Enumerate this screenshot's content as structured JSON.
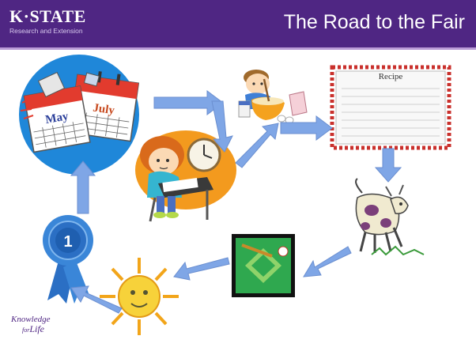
{
  "header": {
    "logo": "K·STATE",
    "logo_subtitle": "Research and Extension",
    "title": "The Road to the Fair"
  },
  "calendar": {
    "month_back": "July",
    "month_front": "May"
  },
  "recipe_card": {
    "title": "Recipe"
  },
  "ribbon": {
    "place": "1"
  },
  "footer": {
    "line1": "Knowledge",
    "line2a": "for",
    "line2b": "Life"
  },
  "colors": {
    "brand_purple": "#4f2683",
    "arrow_blue": "#7fa6e6",
    "header_rule": "#b99ad6"
  },
  "icons": [
    "calendar-icon",
    "student-writing-clipart",
    "child-baking-clipart",
    "recipe-card",
    "cow-clipart",
    "baseball-field-icon",
    "sun-clipart",
    "blue-ribbon-icon"
  ]
}
